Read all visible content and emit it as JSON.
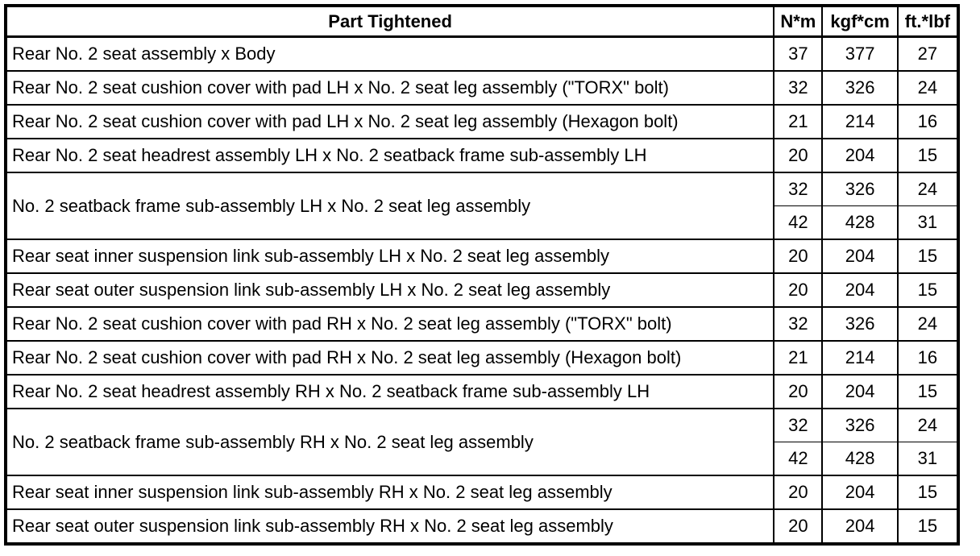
{
  "table": {
    "headers": [
      "Part Tightened",
      "N*m",
      "kgf*cm",
      "ft.*lbf"
    ],
    "rows": [
      {
        "part": "Rear No. 2 seat assembly x Body",
        "values": [
          [
            "37",
            "377",
            "27"
          ]
        ]
      },
      {
        "part": "Rear No. 2 seat cushion cover with pad LH x No. 2 seat leg assembly (\"TORX\" bolt)",
        "values": [
          [
            "32",
            "326",
            "24"
          ]
        ]
      },
      {
        "part": "Rear No. 2 seat cushion cover with pad LH x No. 2 seat leg assembly (Hexagon bolt)",
        "values": [
          [
            "21",
            "214",
            "16"
          ]
        ]
      },
      {
        "part": "Rear No. 2 seat headrest assembly LH x No. 2 seatback frame sub-assembly LH",
        "values": [
          [
            "20",
            "204",
            "15"
          ]
        ]
      },
      {
        "part": "No. 2 seatback frame sub-assembly LH x No. 2 seat leg assembly",
        "values": [
          [
            "32",
            "326",
            "24"
          ],
          [
            "42",
            "428",
            "31"
          ]
        ]
      },
      {
        "part": "Rear seat inner suspension link sub-assembly LH x No. 2 seat leg assembly",
        "values": [
          [
            "20",
            "204",
            "15"
          ]
        ]
      },
      {
        "part": "Rear seat outer suspension link sub-assembly LH x No. 2 seat leg assembly",
        "values": [
          [
            "20",
            "204",
            "15"
          ]
        ]
      },
      {
        "part": "Rear No. 2 seat cushion cover with pad RH x No. 2 seat leg assembly (\"TORX\" bolt)",
        "values": [
          [
            "32",
            "326",
            "24"
          ]
        ]
      },
      {
        "part": "Rear No. 2 seat cushion cover with pad RH x No. 2 seat leg assembly (Hexagon bolt)",
        "values": [
          [
            "21",
            "214",
            "16"
          ]
        ]
      },
      {
        "part": "Rear No. 2 seat headrest assembly RH x No. 2 seatback frame sub-assembly LH",
        "values": [
          [
            "20",
            "204",
            "15"
          ]
        ]
      },
      {
        "part": "No. 2 seatback frame sub-assembly RH x No. 2 seat leg assembly",
        "values": [
          [
            "32",
            "326",
            "24"
          ],
          [
            "42",
            "428",
            "31"
          ]
        ]
      },
      {
        "part": "Rear seat inner suspension link sub-assembly RH x No. 2 seat leg assembly",
        "values": [
          [
            "20",
            "204",
            "15"
          ]
        ]
      },
      {
        "part": "Rear seat outer suspension link sub-assembly RH x No. 2 seat leg assembly",
        "values": [
          [
            "20",
            "204",
            "15"
          ]
        ]
      }
    ],
    "colors": {
      "border": "#000000",
      "text": "#000000",
      "background": "#ffffff"
    }
  }
}
